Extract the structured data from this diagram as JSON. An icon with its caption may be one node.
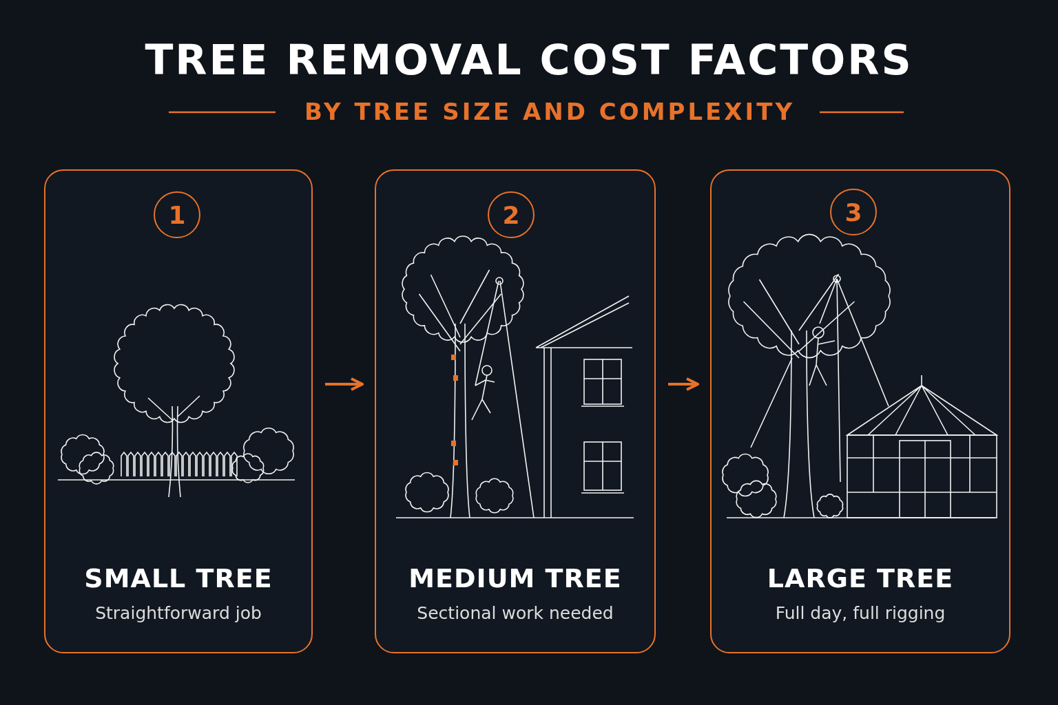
{
  "diagram": {
    "title": "TREE REMOVAL COST FACTORS",
    "nodes": [
      {
        "text": [
          "SMALL TREE",
          "Straightforward job"
        ]
      },
      {
        "text": [
          "1"
        ],
        "in": 0
      },
      {
        "text": [
          "MEDIUM TREE",
          "Sectional work needed"
        ]
      },
      {
        "text": [
          "2"
        ],
        "in": 2
      },
      {
        "text": [
          "LARGE TREE",
          "Full day, full rigging"
        ]
      },
      {
        "text": [
          "3"
        ],
        "in": 4
      }
    ],
    "edges": [
      {
        "from": 0,
        "to": 2,
        "arrow": "to"
      },
      {
        "from": 2,
        "to": 4,
        "arrow": "to"
      }
    ],
    "labels": [
      "BY TREE SIZE AND COMPLEXITY"
    ]
  }
}
